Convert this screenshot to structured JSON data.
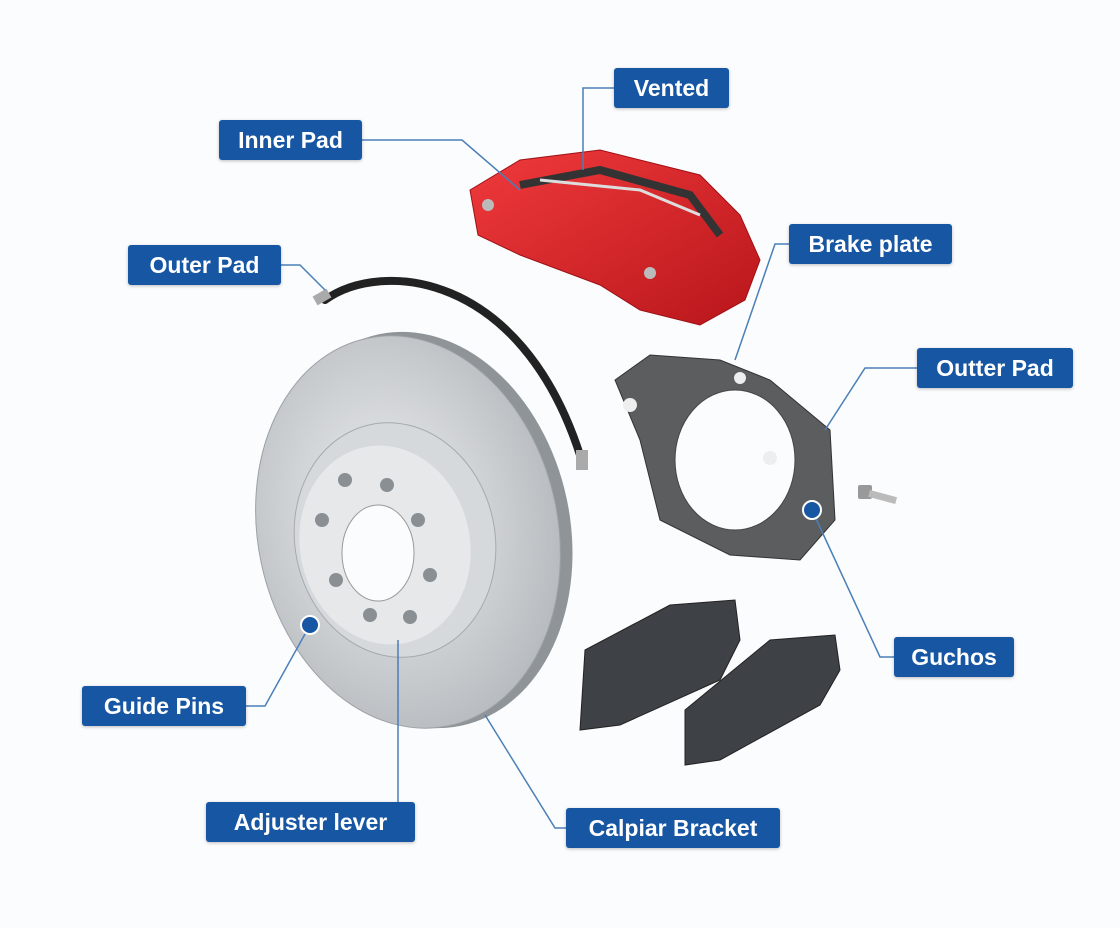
{
  "labels": {
    "vented": "Vented",
    "inner_pad": "Inner Pad",
    "outer_pad": "Outer Pad",
    "brake_plate": "Brake plate",
    "outter_pad": "Outter Pad",
    "guchos": "Guchos",
    "guide_pins": "Guide Pins",
    "adjuster_lever": "Adjuster lever",
    "calpiar_bracket": "Calpiar Bracket"
  },
  "colors": {
    "label_bg": "#1756a3",
    "leader_line": "#4a7fb8",
    "caliper": "#e0262a",
    "rotor": "#c9ccd0",
    "bracket": "#5b5d5e",
    "pad": "#3e4246"
  }
}
